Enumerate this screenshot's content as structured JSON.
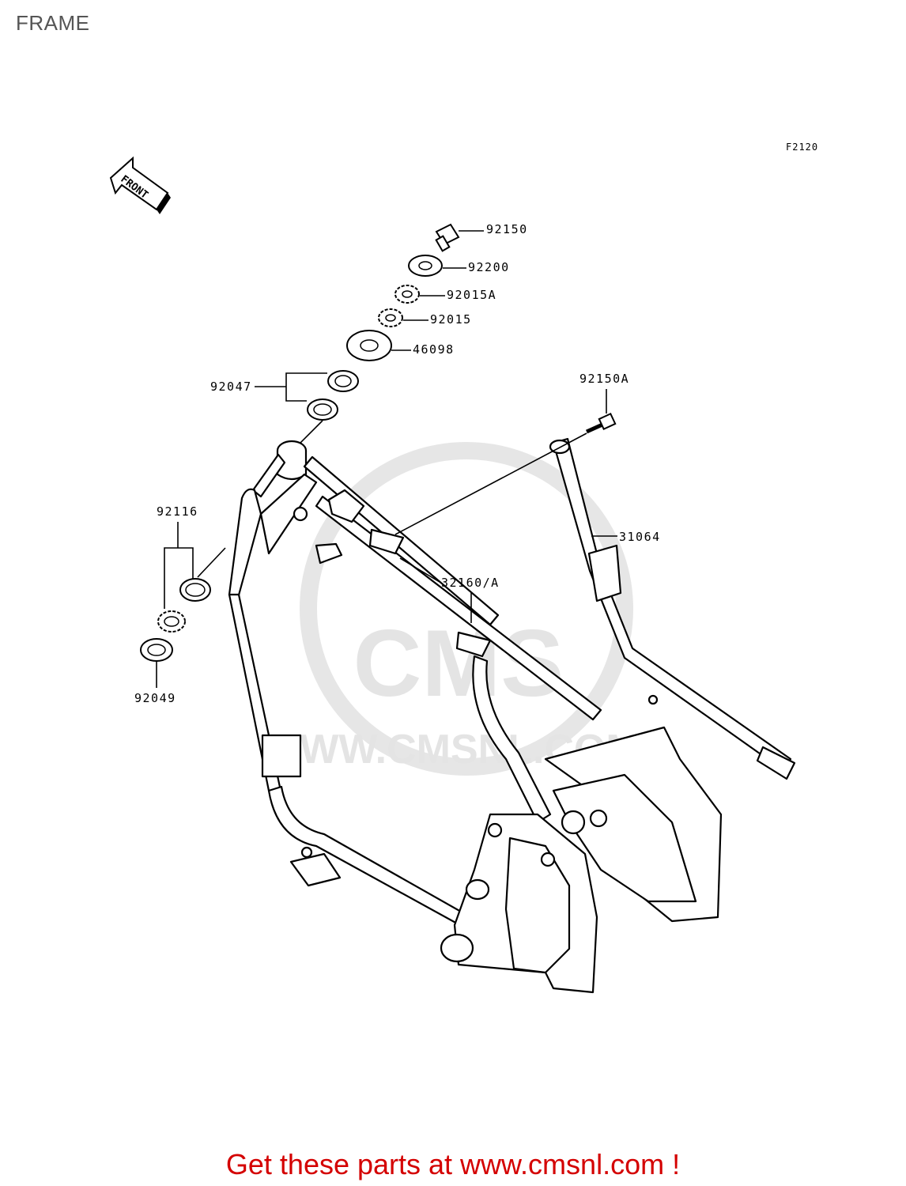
{
  "page_title": "FRAME",
  "diagram_code": "F2120",
  "front_label": "FRONT",
  "watermark": "WWW.CMSNL.COM",
  "watermark_logo": "CMS",
  "parts": {
    "p92150": "92150",
    "p92200": "92200",
    "p92015A": "92015A",
    "p92015": "92015",
    "p46098": "46098",
    "p92047": "92047",
    "p92150A": "92150A",
    "p92116": "92116",
    "p31064": "31064",
    "p32160A": "32160/A",
    "p92049": "92049"
  },
  "cta": "Get these parts at www.cmsnl.com !",
  "colors": {
    "cta": "#d40000",
    "title": "#555555",
    "watermark": "#e4e4e4"
  }
}
